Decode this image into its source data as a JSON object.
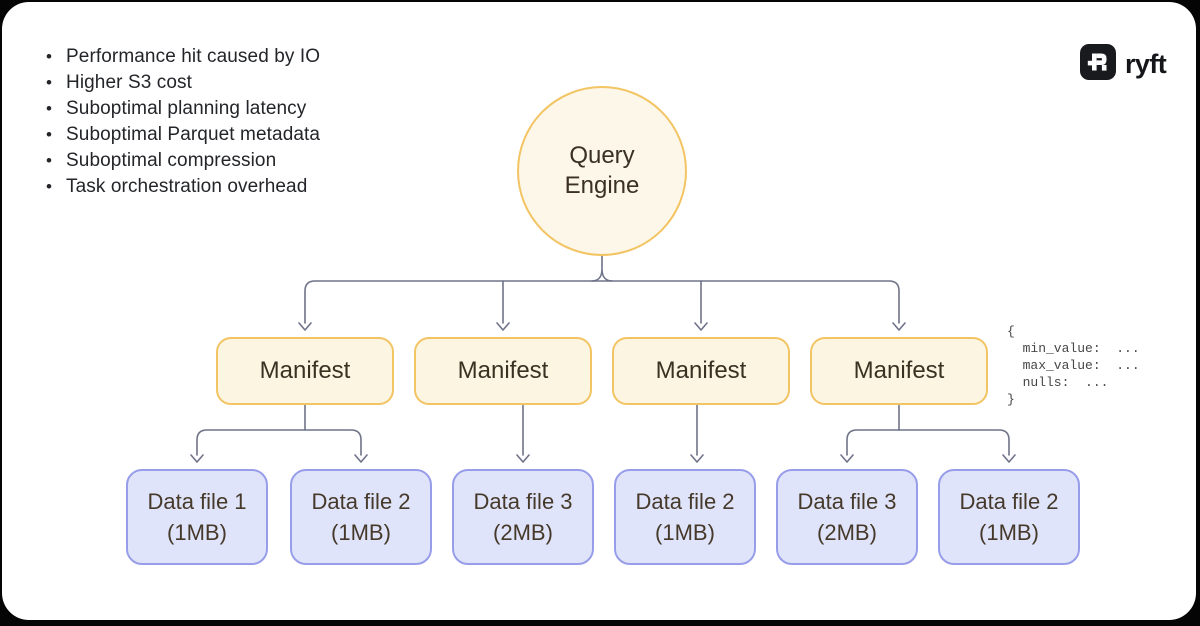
{
  "issues": [
    "Performance hit caused by IO",
    "Higher S3 cost",
    "Suboptimal planning latency",
    "Suboptimal Parquet metadata",
    "Suboptimal compression",
    "Task orchestration overhead"
  ],
  "brand": {
    "name": "ryft"
  },
  "root": {
    "line1": "Query",
    "line2": "Engine"
  },
  "manifests": [
    "Manifest",
    "Manifest",
    "Manifest",
    "Manifest"
  ],
  "files": [
    {
      "name": "Data file 1",
      "size": "(1MB)"
    },
    {
      "name": "Data file 2",
      "size": "(1MB)"
    },
    {
      "name": "Data file 3",
      "size": "(2MB)"
    },
    {
      "name": "Data file 2",
      "size": "(1MB)"
    },
    {
      "name": "Data file 3",
      "size": "(2MB)"
    },
    {
      "name": "Data file 2",
      "size": "(1MB)"
    }
  ],
  "code": {
    "lines": [
      "{",
      "  min_value:  ...",
      "  max_value:  ...",
      "  nulls:  ...",
      "}"
    ]
  },
  "colors": {
    "amber_border": "#f3c463",
    "cream_fill": "#fcf5e2",
    "lavender_fill": "#dfe4fb",
    "periwinkle_border": "#989de9",
    "connector": "#6f7389",
    "brand_dark": "#15161a"
  }
}
